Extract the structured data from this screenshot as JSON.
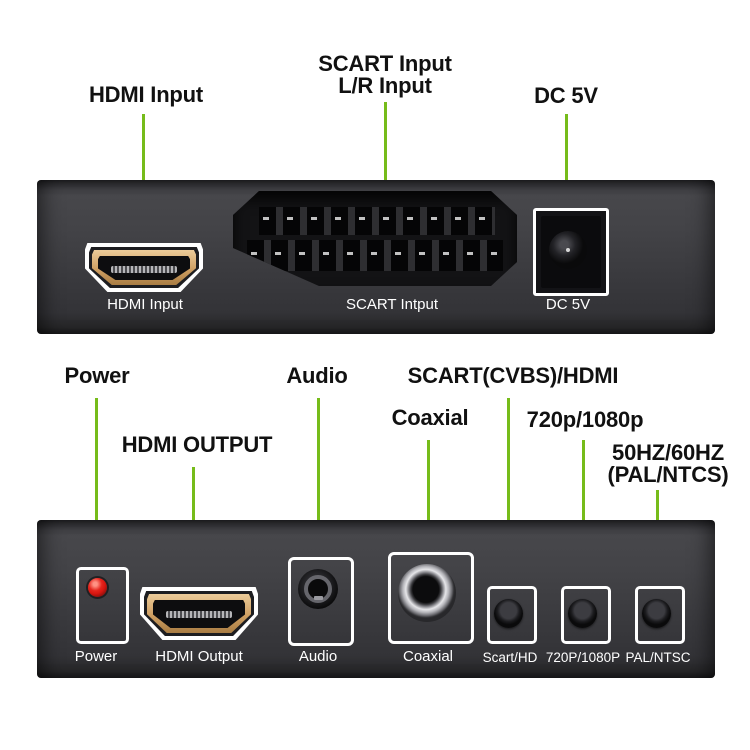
{
  "colors": {
    "callout_green": "#76BC1A",
    "panel_face": "#3B3B3F",
    "panel_edge_dark": "#19191B",
    "port_outline_white": "#FFFFFF",
    "hdmi_gold": "#D2A56B",
    "led_red": "#D81610",
    "label_black": "#111111",
    "background_white": "#FFFFFF"
  },
  "rear_panel": {
    "callouts": {
      "hdmi_input": "HDMI Input",
      "scart_input_line1": "SCART Input",
      "scart_input_line2": "L/R Input",
      "dc_5v": "DC 5V"
    },
    "port_labels": {
      "hdmi_input": "HDMI Input",
      "scart_input": "SCART Intput",
      "dc_5v": "DC 5V"
    }
  },
  "front_panel": {
    "callouts": {
      "power": "Power",
      "hdmi_output": "HDMI OUTPUT",
      "audio": "Audio",
      "coaxial": "Coaxial",
      "scart_cvbs_hdmi": "SCART(CVBS)/HDMI",
      "resolution": "720p/1080p",
      "refresh_line1": "50HZ/60HZ",
      "refresh_line2": "(PAL/NTCS)"
    },
    "port_labels": {
      "power": "Power",
      "hdmi_output": "HDMI Output",
      "audio": "Audio",
      "coaxial": "Coaxial",
      "scart_hd": "Scart/HD",
      "resolution": "720P/1080P",
      "pal_ntsc": "PAL/NTSC"
    }
  }
}
